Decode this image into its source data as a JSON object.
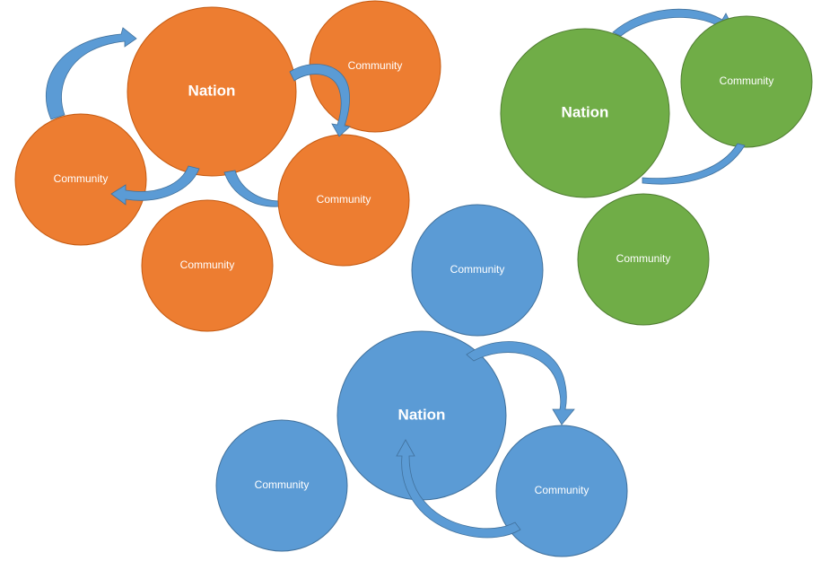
{
  "colors": {
    "orange_fill": "#ED7D31",
    "orange_stroke": "#C55A11",
    "green_fill": "#70AD47",
    "green_stroke": "#507E32",
    "blue_fill": "#5B9BD5",
    "blue_stroke": "#41719C",
    "arrow_fill": "#5B9BD5"
  },
  "groups": [
    {
      "name": "orange",
      "color": "orange",
      "nation": {
        "label": "Nation"
      },
      "communities": [
        {
          "label": "Community"
        },
        {
          "label": "Community"
        },
        {
          "label": "Community"
        },
        {
          "label": "Community"
        }
      ]
    },
    {
      "name": "green",
      "color": "green",
      "nation": {
        "label": "Nation"
      },
      "communities": [
        {
          "label": "Community"
        },
        {
          "label": "Community"
        }
      ]
    },
    {
      "name": "blue",
      "color": "blue",
      "nation": {
        "label": "Nation"
      },
      "communities": [
        {
          "label": "Community"
        },
        {
          "label": "Community"
        },
        {
          "label": "Community"
        }
      ]
    }
  ]
}
